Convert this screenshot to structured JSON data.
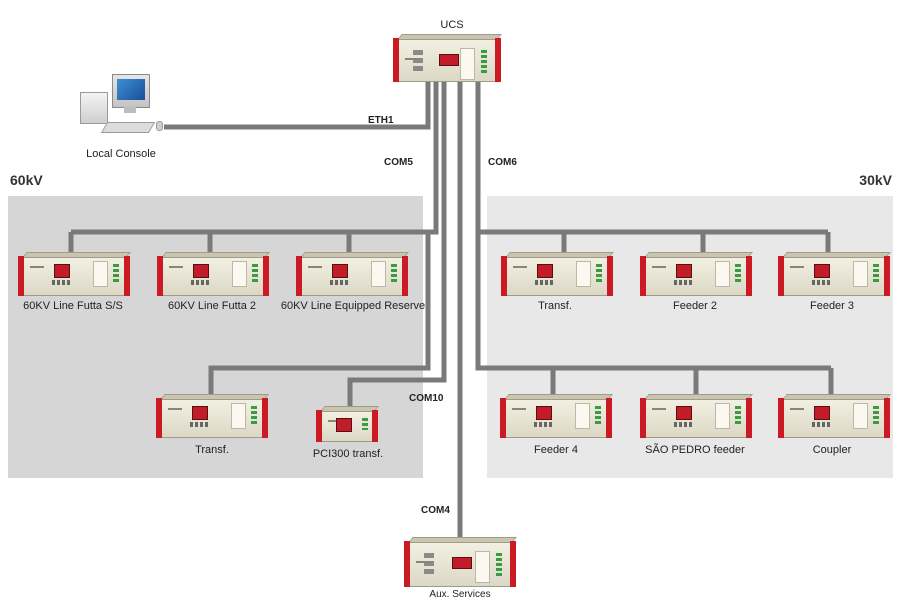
{
  "zones": {
    "left": {
      "label": "60kV"
    },
    "right": {
      "label": "30kV"
    }
  },
  "nodes": {
    "ucs": {
      "label": "UCS"
    },
    "console": {
      "label": "Local Console"
    },
    "aux": {
      "label": "Aux. Services"
    },
    "sixty_top": [
      {
        "label": "60KV Line Futta S/S"
      },
      {
        "label": "60KV Line Futta 2"
      },
      {
        "label": "60KV Line Equipped Reserve"
      }
    ],
    "sixty_bottom": [
      {
        "label": "Transf."
      },
      {
        "label": "PCI300 transf."
      }
    ],
    "thirty_top": [
      {
        "label": "Transf."
      },
      {
        "label": "Feeder 2"
      },
      {
        "label": "Feeder 3"
      }
    ],
    "thirty_bottom": [
      {
        "label": "Feeder 4"
      },
      {
        "label": "SÃO PEDRO feeder"
      },
      {
        "label": "Coupler"
      }
    ]
  },
  "links": {
    "eth": "ETH1",
    "com5": "COM5",
    "com6": "COM6",
    "com10": "COM10",
    "com4": "COM4"
  },
  "colors": {
    "wire": "#7a7a7a",
    "device_accent": "#cc1a24",
    "zone_60kv": "#d6d6d6",
    "zone_30kv": "#e8e8e8"
  }
}
